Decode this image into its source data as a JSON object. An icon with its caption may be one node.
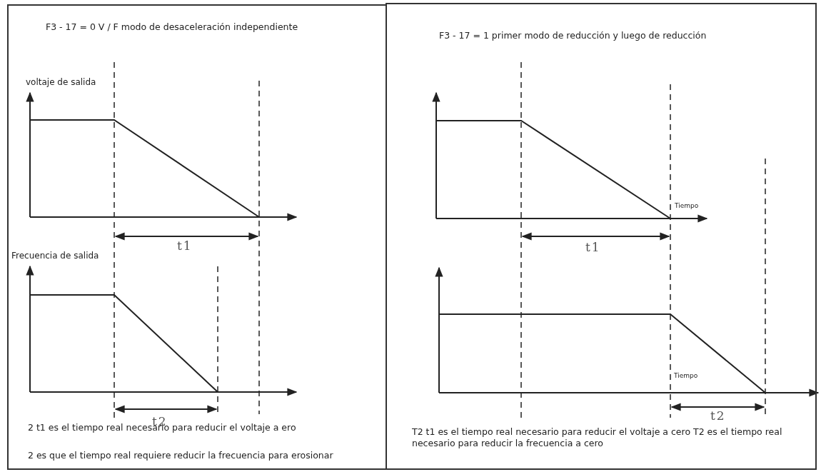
{
  "diagram": {
    "nodes": [
      {
        "text": [
          "F3 - 17 = 0 V / F modo de desaceleración independiente",
          "2 t1 es el tiempo real necesario para reducir el voltaje a ero",
          "2 es que el tiempo real requiere reducir la frecuencia para erosionar"
        ]
      },
      {
        "text": [
          "F3 - 17 = 1 primer modo de reducción y luego de reducción",
          "T2 t1 es el tiempo real necesario para reducir el voltaje a cero T2 es el tiempo real necesario para reducir la frecuencia a cero"
        ]
      }
    ],
    "labels": [
      "voltaje de salida",
      "t1",
      "Frecuencia de salida",
      "t2",
      "Tiempo",
      "t1",
      "Tiempo",
      "t2"
    ]
  }
}
